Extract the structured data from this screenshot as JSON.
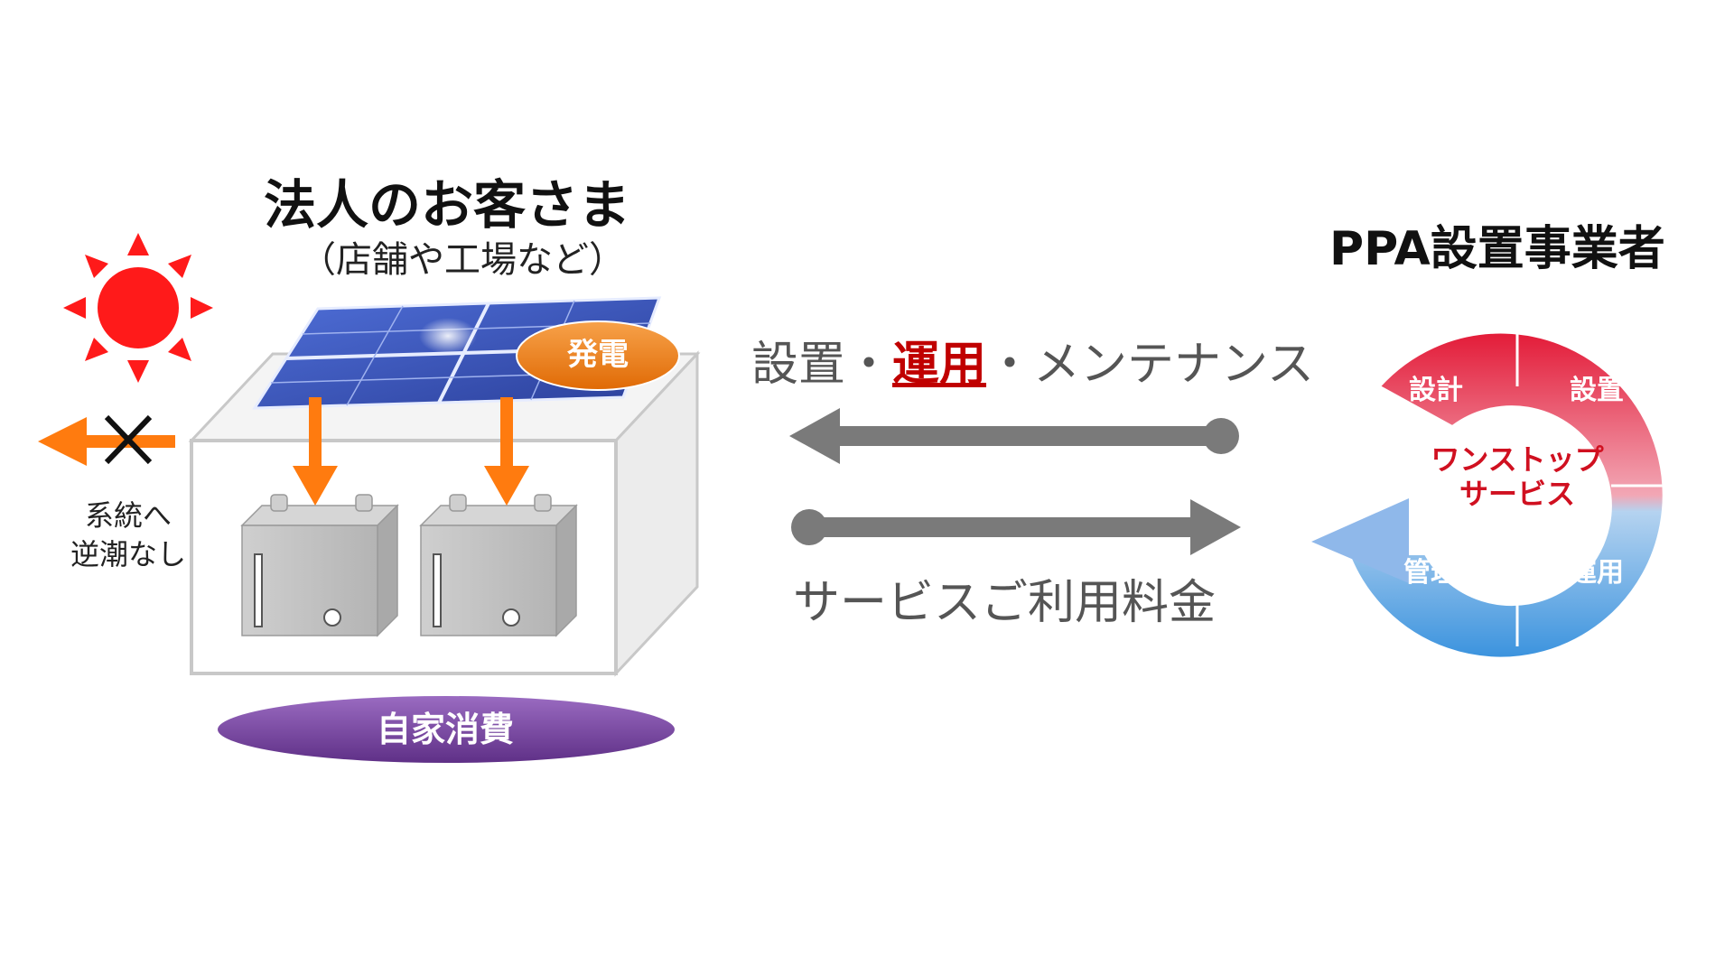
{
  "customer": {
    "title": "法人のお客さま",
    "subtitle": "（店舗や工場など）",
    "generation_label": "発電",
    "self_consumption_label": "自家消費",
    "grid_note_line1": "系統へ",
    "grid_note_line2": "逆潮なし"
  },
  "flow": {
    "service_prefix": "設置・",
    "service_highlight": "運用",
    "service_suffix": "・メンテナンス",
    "fee": "サービスご利用料金"
  },
  "provider": {
    "title": "PPA設置事業者",
    "cycle": {
      "top_left": "設計",
      "top_right": "設置",
      "bottom_right": "運用",
      "bottom_left": "管理",
      "center_line1": "ワンストップ",
      "center_line2": "サービス"
    }
  },
  "colors": {
    "sun": "#ff1a1a",
    "orange_arrow": "#ff7b0f",
    "generation_pill": "#f07d12",
    "self_consumption_pill": "#7c4aa2",
    "flow_arrow": "#7a7a7a",
    "highlight_text": "#c00000",
    "cycle_red": "#e8324a",
    "cycle_blue": "#4a9ee0"
  }
}
